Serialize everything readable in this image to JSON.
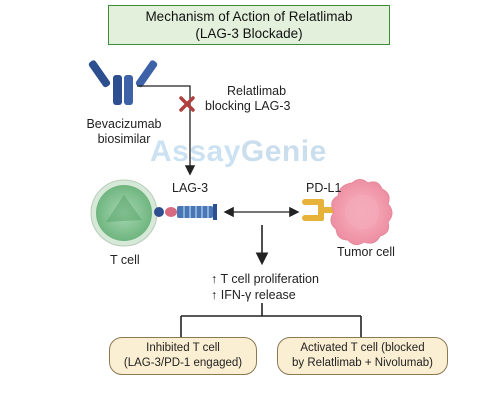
{
  "title": {
    "line1": "Mechanism of Action of Relatlimab",
    "line2": "(LAG-3 Blockade)"
  },
  "antibody": {
    "name_line1": "Bevacizumab",
    "name_line2": "biosimilar"
  },
  "blocking": {
    "line1": "Relatlimab",
    "line2": "blocking LAG-3"
  },
  "watermark": {
    "part1": "Assay",
    "part2": "Genie"
  },
  "t_cell": {
    "label": "T cell",
    "receptor": "LAG-3"
  },
  "tumor_cell": {
    "label": "Tumor cell",
    "ligand": "PD-L1"
  },
  "effects": {
    "line1": "↑ T cell proliferation",
    "line2": "↑ IFN-γ release"
  },
  "outcomes": [
    {
      "line1": "Inhibited T cell",
      "line2": "(LAG-3/PD-1 engaged)"
    },
    {
      "line1": "Activated T cell (blocked",
      "line2": "by Relatlimab + Nivolumab)"
    }
  ],
  "colors": {
    "title_border": "#3d8a3a",
    "title_fill": "#e3f1dc",
    "antibody": "#2e4f8f",
    "block_x": "#b0413e",
    "t_cell": "#7fc08d",
    "tumor_cell": "#f5a6b4",
    "pdl1": "#e7b23a",
    "outcome_fill": "#fbefd3"
  }
}
